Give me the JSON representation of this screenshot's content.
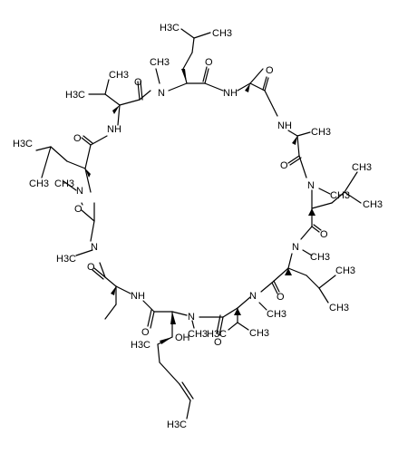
{
  "atom_labels": {
    "ch3_leu4": "CH3",
    "h3c_leu4": "H3C",
    "n_leu4": "N",
    "ch3_nme_leu4": "CH3",
    "nh_ala7": "NH",
    "nh_dala8": "NH",
    "ch3_dala8": "CH3",
    "n_leu9": "N",
    "ch3_nme_leu9": "CH3",
    "ch3_leu9_a": "CH3",
    "ch3_leu9_b": "CH3",
    "n_leu10": "N",
    "ch3_nme_leu10": "CH3",
    "ch3_leu10_a": "CH3",
    "ch3_leu10_b": "CH3",
    "n_val11": "N",
    "ch3_nme_val11": "CH3",
    "h3c_val11": "H3C",
    "ch3_val11": "CH3",
    "n_bmt1": "N",
    "ch3_nme_bmt1": "CH3",
    "oh_bmt1": "OH",
    "h3c_bmt1": "H3C",
    "h3c_bmt1_term": "H3C",
    "nh_abu2": "NH",
    "n_sar3": "N",
    "h3c_sar3": "H3C",
    "n_leu6": "N",
    "ch3_nme_leu6": "CH3",
    "h3c_leu6_a": "H3C",
    "ch3_leu6_b": "CH3",
    "nh_val5": "NH",
    "h3c_val5": "H3C",
    "ch3_val5": "CH3",
    "o_1": "O",
    "o_2": "O",
    "o_3": "O",
    "o_4": "O",
    "o_5": "O",
    "o_6": "O",
    "o_7": "O",
    "o_8": "O",
    "o_9": "O",
    "o_10": "O",
    "o_11": "O"
  }
}
